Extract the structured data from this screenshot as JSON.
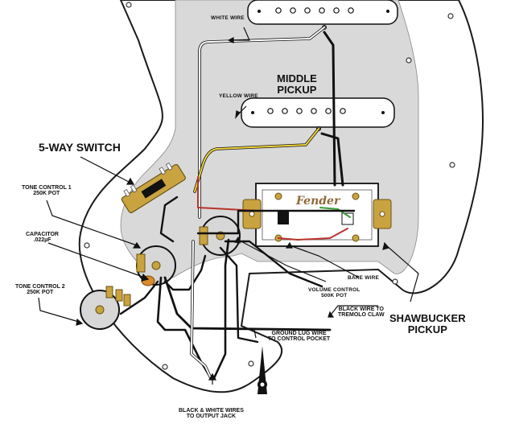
{
  "labels": {
    "white_wire": "WHITE WIRE",
    "yellow_wire": "YELLOW WIRE",
    "middle_pickup": [
      "MIDDLE",
      "PICKUP"
    ],
    "five_way_switch": "5-WAY SWITCH",
    "tone_control_1": [
      "TONE CONTROL 1",
      "250K POT"
    ],
    "capacitor": [
      "CAPACITOR",
      ".022µF"
    ],
    "tone_control_2": [
      "TONE CONTROL 2",
      "250K POT"
    ],
    "bare_wire": "BARE WIRE",
    "volume_control": [
      "VOLUME CONTROL",
      "500K POT"
    ],
    "black_wire_tremolo": [
      "BLACK WIRE TO",
      "TREMOLO CLAW"
    ],
    "ground_lug": [
      "GROUND LUG WIRE",
      "TO CONTROL POCKET"
    ],
    "shawbucker_pickup": [
      "SHAWBUCKER",
      "PICKUP"
    ],
    "output_jack": [
      "BLACK & WHITE WIRES",
      "TO OUTPUT JACK"
    ],
    "logo": "Fender"
  },
  "colors": {
    "pickguard": "#ffffff",
    "cavity": "#d9d9d9",
    "outline": "#1a1a1a",
    "white_wire": "#ffffff",
    "yellow_wire": "#f2d43c",
    "red_wire": "#b8322b",
    "green_wire": "#3a9a3a",
    "black_wire": "#111111",
    "brass": "#c9a340",
    "pot_body": "#d7d7d7",
    "capacitor": "#d98a2b"
  }
}
